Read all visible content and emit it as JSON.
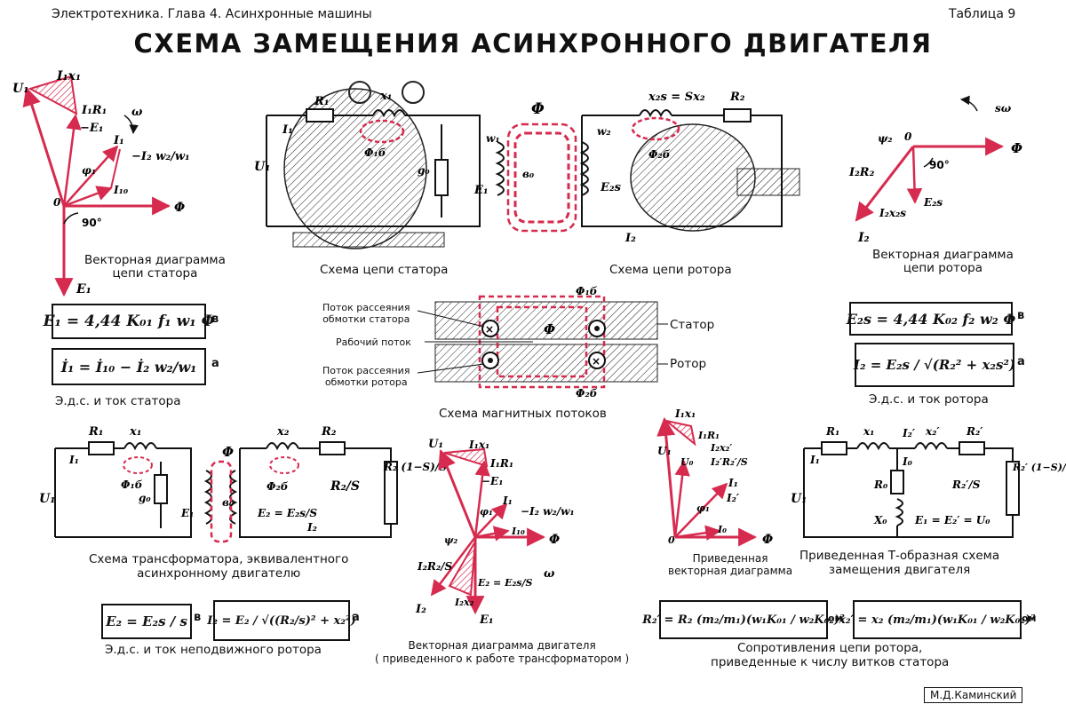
{
  "header": {
    "left": "Электротехника.  Глава 4. Асинхронные машины",
    "right": "Таблица 9",
    "title": "СХЕМА ЗАМЕЩЕНИЯ АСИНХРОННОГО ДВИГАТЕЛЯ"
  },
  "captions": {
    "stator_vector": "Векторная диаграмма\nцепи статора",
    "stator_circuit": "Схема цепи статора",
    "rotor_circuit": "Схема цепи ротора",
    "rotor_vector": "Векторная диаграмма\nцепи ротора",
    "stator_emf": "Э.д.с. и ток статора",
    "rotor_emf": "Э.д.с. и ток ротора",
    "magnetic_flux": "Схема магнитных потоков",
    "transformer": "Схема трансформатора, эквивалентного\nасинхронному двигателю",
    "motor_vector": "Векторная диаграмма двигателя\n( приведенного к работе трансформатором )",
    "reduced_vector": "Приведенная\nвекторная диаграмма",
    "t_scheme": "Приведенная Т-образная схема\nзамещения двигателя",
    "still_rotor": "Э.д.с. и ток неподвижного ротора",
    "rotor_resist": "Сопротивления цепи ротора,\nприведенные к числу витков статора"
  },
  "flux_labels": {
    "stator_leak": "Поток рассеяния\nобмотки статора",
    "working": "Рабочий поток",
    "rotor_leak": "Поток рассеяния\nобмотки ротора",
    "stator": "Статор",
    "rotor": "Ротор"
  },
  "formulas": {
    "e1": "E₁ = 4,44 K₀₁ f₁ w₁ Φ",
    "e1_tag": "в",
    "i1": "İ₁ = İ₁₀ − İ₂ w₂/w₁",
    "i1_tag": "а",
    "e2s": "E₂s = 4,44 K₀₂ f₂ w₂ Φ",
    "e2s_tag": "в",
    "i2": "I₂ = E₂s / √(R₂² + x₂s²)",
    "i2_tag": "а",
    "e2": "E₂ = E₂s / s",
    "e2_tag": "в",
    "i2still": "I₂ = E₂ / √((R₂/s)² + x₂²)",
    "i2still_tag": "а",
    "r2red": "R₂′ = R₂ (m₂/m₁)(w₁K₀₁ / w₂K₀₂)²",
    "r2red_unit": "ом",
    "x2red": "x₂′ = x₂ (m₂/m₁)(w₁K₀₁ / w₂K₀₂)²",
    "x2red_unit": "ом"
  },
  "author": "М.Д.Каминский",
  "colors": {
    "accent": "#d62a4e",
    "ink": "#111111"
  }
}
